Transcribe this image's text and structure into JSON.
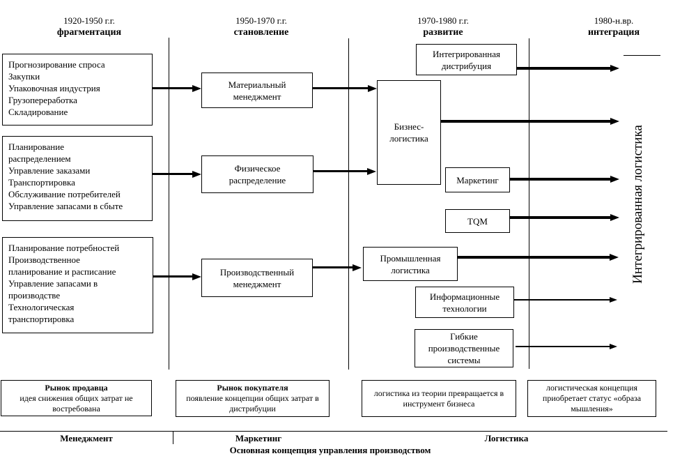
{
  "colors": {
    "ink": "#000000",
    "background": "#ffffff"
  },
  "headers": [
    {
      "period": "1920-1950 г.г.",
      "stage": "фрагментация"
    },
    {
      "period": "1950-1970 г.г.",
      "stage": "становление"
    },
    {
      "period": "1970-1980 г.г.",
      "stage": "развитие"
    },
    {
      "period": "1980-н.вр.",
      "stage": "интеграция"
    }
  ],
  "activity_boxes": [
    {
      "lines": "Прогнозирование спроса\nЗакупки\nУпаковочная индустрия\nГрузопереработка\nСкладирование"
    },
    {
      "lines": "Планирование\nраспределением\nУправление заказами\nТранспортировка\nОбслуживание потребителей\nУправление запасами в сбыте"
    },
    {
      "lines": "Планирование потребностей\nПроизводственное\nпланирование и расписание\nУправление запасами в\nпроизводстве\nТехнологическая\nтранспортировка"
    }
  ],
  "formation_boxes": [
    {
      "label": "Материальный менеджмент"
    },
    {
      "label": "Физическое распределение"
    },
    {
      "label": "Производственный менеджмент"
    }
  ],
  "development": {
    "integrated_distribution": "Интегрированная дистрибуция",
    "business_logistics": "Бизнес-логистика",
    "marketing": "Маркетинг",
    "tqm": "TQM",
    "industrial_logistics": "Промышленная логистика",
    "information_technologies": "Информационные технологии",
    "flexible_manufacturing_systems": "Гибкие производственные системы"
  },
  "integration_axis_label": "Интегрированная логистика",
  "market_notes": [
    {
      "title": "Рынок продавца",
      "text": "идея снижения общих затрат не востребована"
    },
    {
      "title": "Рынок покупателя",
      "text": "появление концепции общих затрат в дистрибуции"
    },
    {
      "text": "логистика из теории превращается в инструмент бизнеса"
    },
    {
      "text": "логистическая концепция приобретает статус «образа мышления»"
    }
  ],
  "legend": {
    "sections": [
      "Менеджмент",
      "Маркетинг",
      "Логистика"
    ],
    "caption": "Основная концепция управления производством"
  }
}
